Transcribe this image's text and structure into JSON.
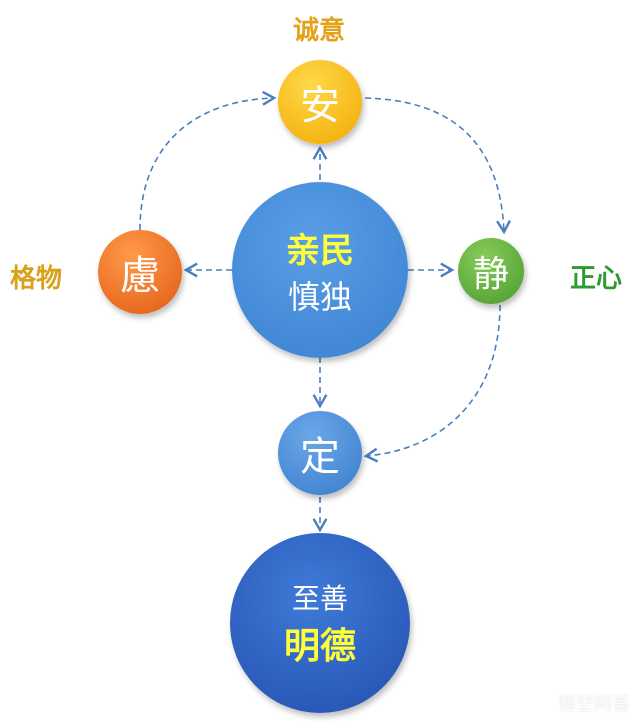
{
  "nodes": {
    "an": "安",
    "lv": "慮",
    "jing": "静",
    "ding": "定",
    "center_top": "亲民",
    "center_bottom": "慎独",
    "bottom_top": "至善",
    "bottom_bottom": "明德"
  },
  "labels": {
    "top": "诚意",
    "left": "格物",
    "right": "正心"
  },
  "watermark": "悟空问答",
  "colors": {
    "yellow": "#f4b400",
    "orange": "#ea6a1e",
    "green": "#5aa83a",
    "blue": "#3f88d6",
    "dark_blue": "#2b5fc0",
    "highlight": "#ffff3a",
    "arrow": "#4a7fbf"
  }
}
